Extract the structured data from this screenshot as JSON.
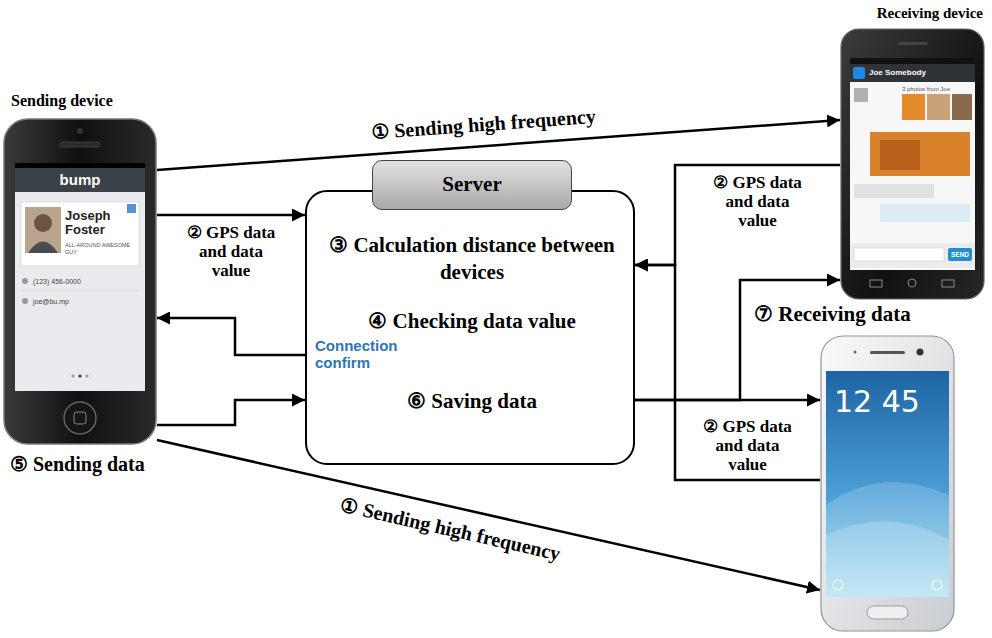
{
  "diagram": {
    "nodes": [
      {
        "text": [
          "Sending device",
          "bump",
          "Joseph Foster",
          "ALL-AROUND AWESOME GUY",
          "(123) 456-0000",
          "joe@bu.mp"
        ]
      },
      {
        "text": [
          "Server",
          "③ Calculation distance between devices",
          "④ Checking data value",
          "⑥ Saving data"
        ]
      },
      {
        "text": [
          "Receiving device",
          "Joe Somebody",
          "3 photos from Joe",
          "SEND"
        ]
      },
      {
        "text": [
          "12 45"
        ]
      }
    ],
    "edges": [
      {
        "from": 0,
        "to": 2,
        "arrow": "to",
        "label": "① Sending high frequency"
      },
      {
        "from": 0,
        "to": 3,
        "arrow": "to",
        "label": "① Sending high frequency"
      },
      {
        "from": 0,
        "to": 1,
        "arrow": "to",
        "label": "② GPS data and data value"
      },
      {
        "from": 2,
        "to": 1,
        "arrow": "to",
        "label": "② GPS data and data value"
      },
      {
        "from": 3,
        "to": 1,
        "arrow": "to",
        "label": "② GPS data and data value"
      },
      {
        "from": 1,
        "to": 0,
        "arrow": "to",
        "label": "Connection confirm"
      },
      {
        "from": 0,
        "to": 1,
        "arrow": "to",
        "label": "⑤ Sending data"
      },
      {
        "from": 1,
        "to": 2,
        "arrow": "to",
        "label": "⑦ Receiving data"
      },
      {
        "from": 1,
        "to": 3,
        "arrow": "to"
      }
    ]
  }
}
